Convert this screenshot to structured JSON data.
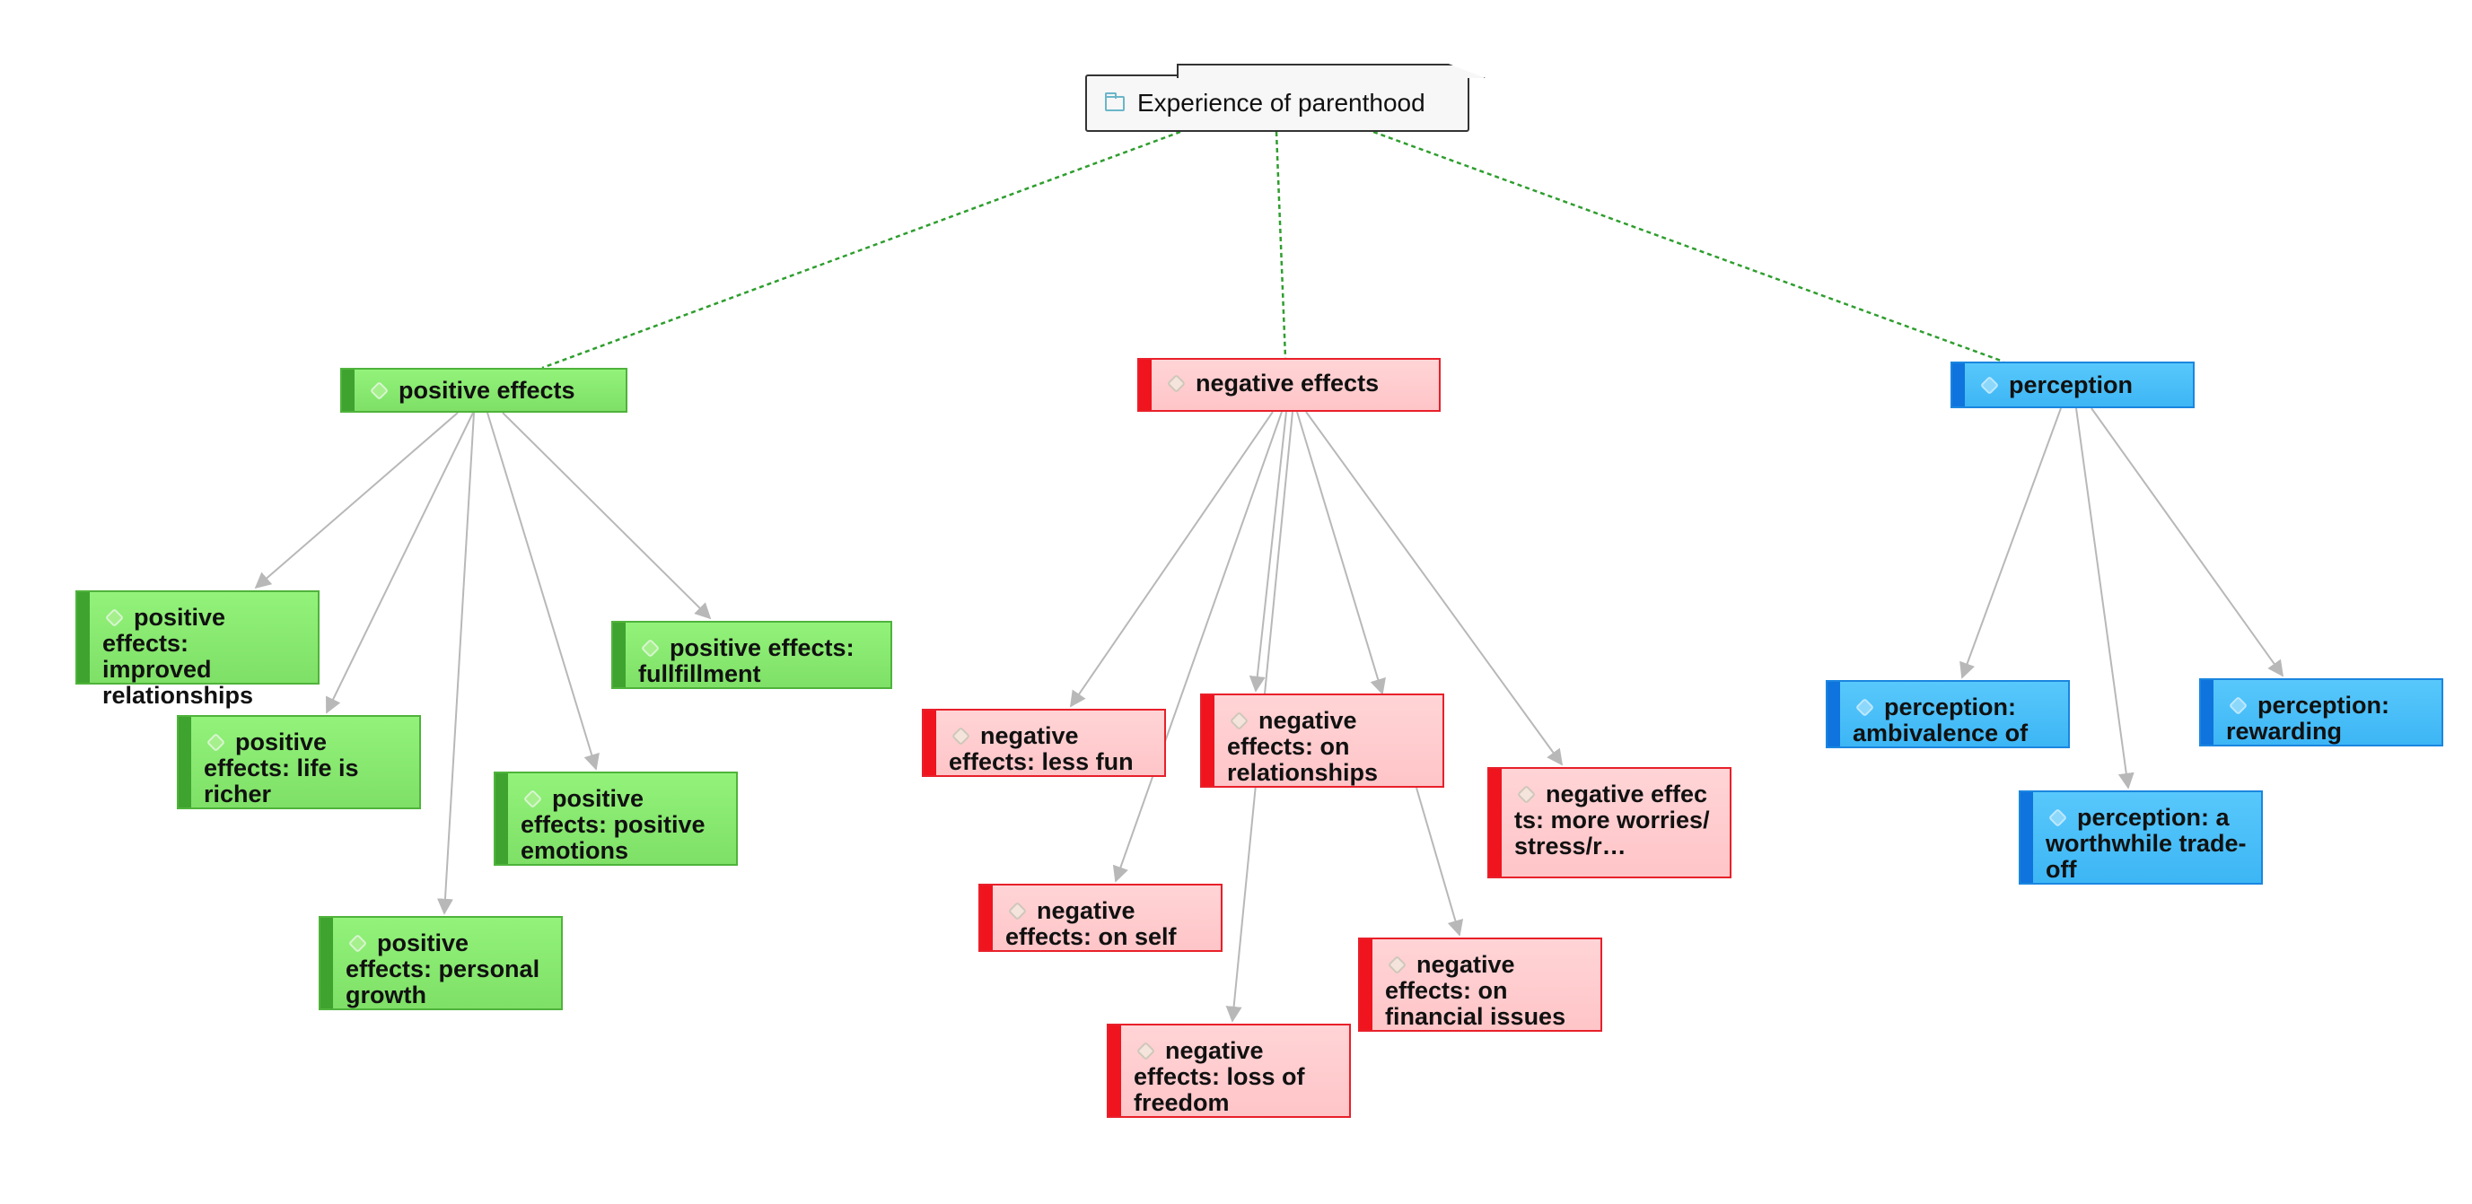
{
  "diagram": {
    "root": {
      "label": "Experience of parenthood",
      "icon": "folder-icon"
    },
    "categories": {
      "positive": {
        "label": "positive effects",
        "color": "#7fe067",
        "children": [
          "positive effects: improved relationships",
          "positive effects: life is richer",
          "positive effects: personal growth",
          "positive effects: positive emotions",
          "positive effects: fullfillment"
        ]
      },
      "negative": {
        "label": "negative effects",
        "color": "#ffc5c8",
        "children": [
          "negative effects: less fun",
          "negative effects: on self",
          "negative effects: loss of freedom",
          "negative effects: on relationships",
          "negative effects: on financial issues",
          "negative effects: more worries/stress/r…"
        ]
      },
      "perception": {
        "label": "perception",
        "color": "#3db6f5",
        "children": [
          "perception: ambivalence of",
          "perception: a worthwhile trade-off",
          "perception: rewarding"
        ]
      }
    },
    "link_colors": {
      "root_link": "#2e9e2e",
      "child_link": "#b8b8b8"
    }
  }
}
